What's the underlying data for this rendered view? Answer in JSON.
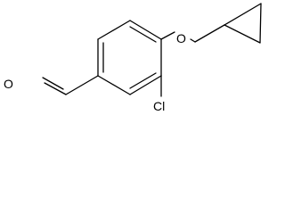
{
  "molecule": {
    "atoms": {
      "aldehyde_oxygen": "O",
      "ether_oxygen": "O",
      "chlorine": "Cl"
    }
  }
}
